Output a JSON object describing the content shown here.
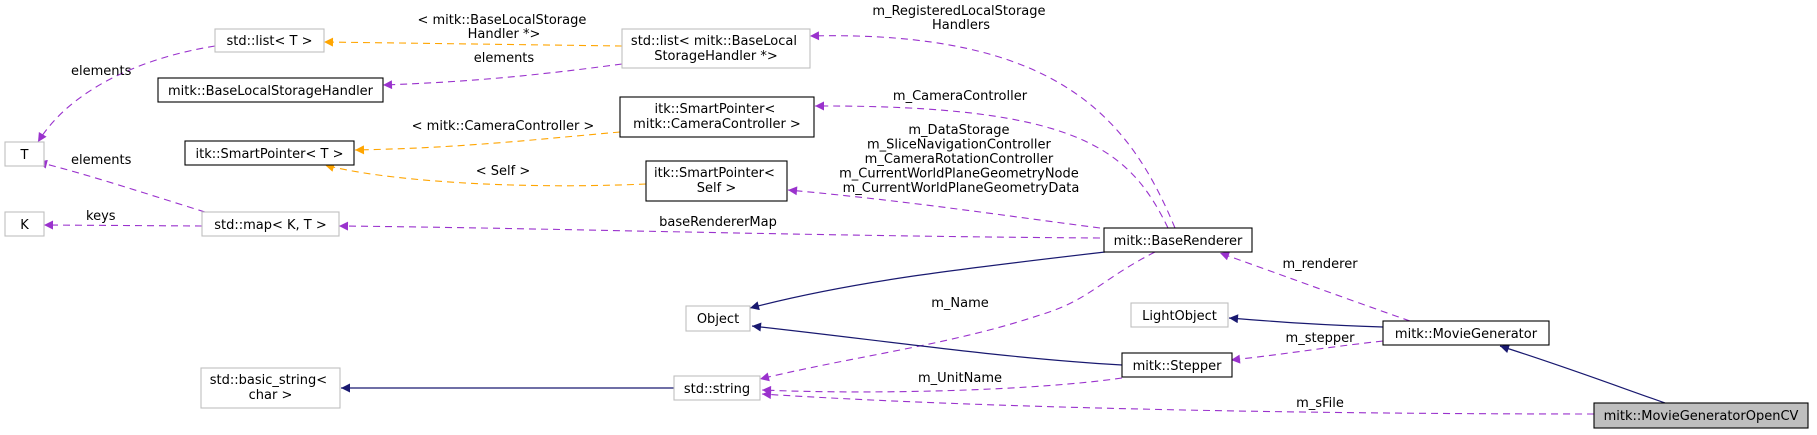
{
  "nodes": {
    "T": "T",
    "K": "K",
    "std_list_T": "std::list< T >",
    "std_list_bls": [
      "std::list< mitk::BaseLocal",
      "StorageHandler *>"
    ],
    "bls_handler": "mitk::BaseLocalStorageHandler",
    "itk_sp_T": "itk::SmartPointer< T >",
    "itk_sp_camctrl": [
      "itk::SmartPointer<",
      "mitk::CameraController >"
    ],
    "itk_sp_self": [
      "itk::SmartPointer<",
      "Self >"
    ],
    "std_map": "std::map< K, T >",
    "object": "Object",
    "light_object": "LightObject",
    "basic_string": [
      "std::basic_string<",
      "char >"
    ],
    "std_string": "std::string",
    "base_renderer": "mitk::BaseRenderer",
    "stepper": "mitk::Stepper",
    "movie_generator": "mitk::MovieGenerator",
    "movie_generator_opencv": "mitk::MovieGeneratorOpenCV"
  },
  "edge_labels": {
    "list_elements": "elements",
    "map_elements": "elements",
    "map_keys": "keys",
    "list_tmpl": [
      "< mitk::BaseLocalStorage",
      "Handler *>"
    ],
    "bls_elements": "elements",
    "registered": [
      "m_RegisteredLocalStorage",
      "Handlers"
    ],
    "camera_controller": "m_CameraController",
    "camctrl_tmpl": "< mitk::CameraController >",
    "self_tmpl": "< Self >",
    "self_members": [
      "m_DataStorage",
      "m_SliceNavigationController",
      "m_CameraRotationController",
      "m_CurrentWorldPlaneGeometryNode",
      "m_CurrentWorldPlaneGeometryData"
    ],
    "renderer_map": "baseRendererMap",
    "renderer": "m_renderer",
    "name": "m_Name",
    "stepper_member": "m_stepper",
    "unit_name": "m_UnitName",
    "sfile": "m_sFile"
  },
  "colors": {
    "inheritance": "#191970",
    "usage": "#9a32cd",
    "template": "#ffa500",
    "focus_fill": "#bfbfbf",
    "external_border": "#bfbfbf"
  }
}
